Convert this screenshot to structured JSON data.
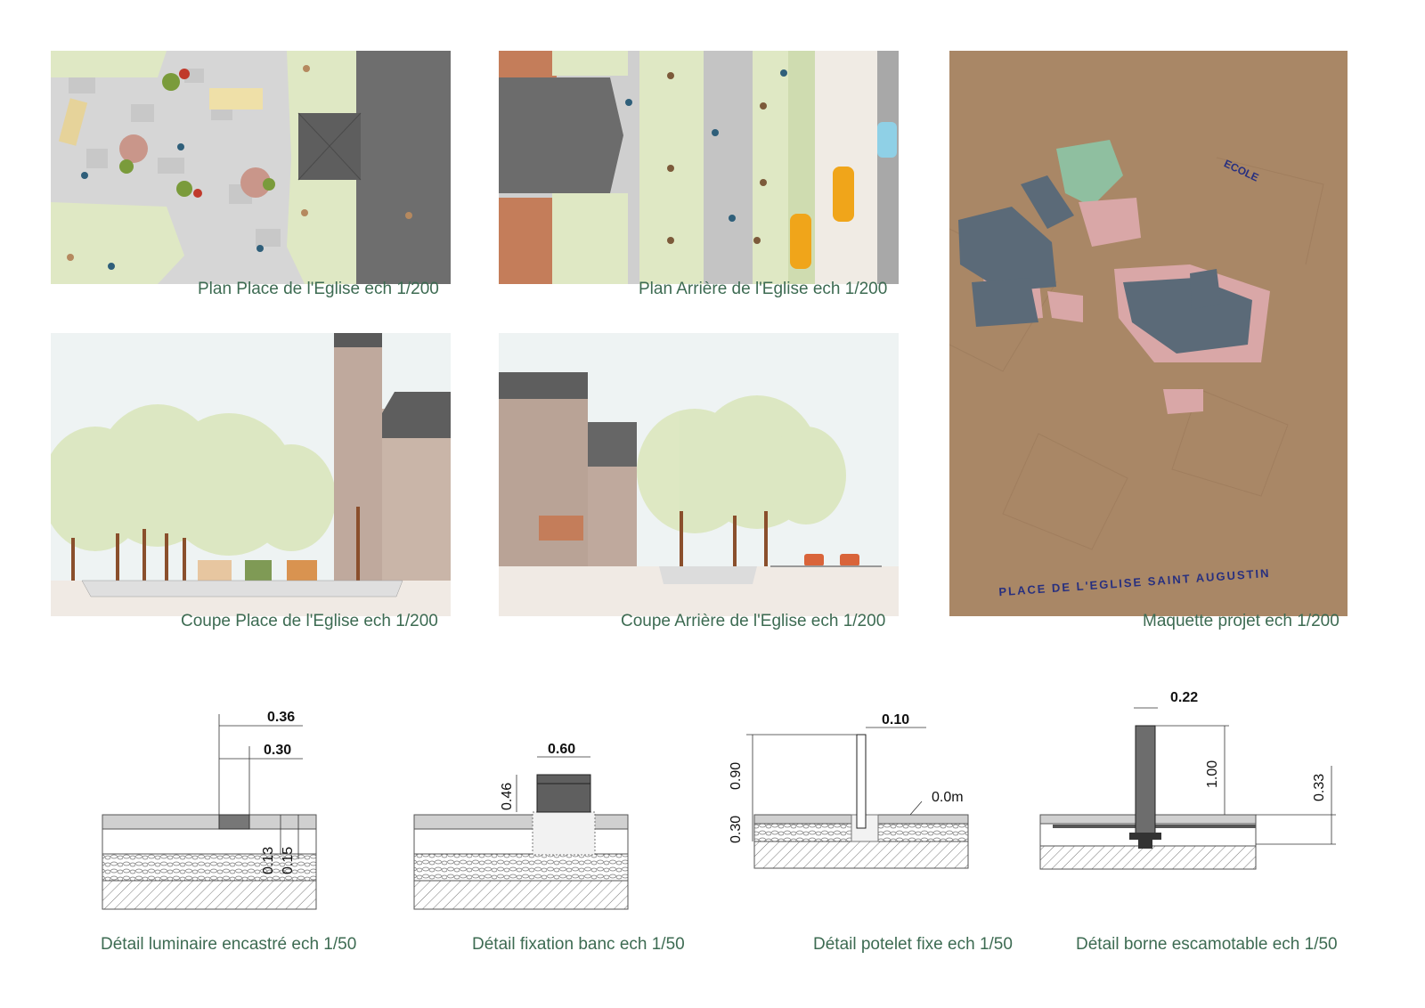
{
  "plans": {
    "plan_place": {
      "caption": "Plan Place de l'Eglise ech 1/200"
    },
    "plan_arriere": {
      "caption": "Plan Arrière de l'Eglise ech 1/200"
    },
    "coupe_place": {
      "caption": "Coupe Place de l'Eglise ech 1/200"
    },
    "coupe_arriere": {
      "caption": "Coupe Arrière de l'Eglise ech 1/200"
    },
    "maquette": {
      "caption": "Maquette projet ech 1/200",
      "label_ecole": "ECOLE",
      "label_place": "PLACE DE L'EGLISE SAINT AUGUSTIN"
    }
  },
  "details": {
    "luminaire": {
      "caption": "Détail luminaire encastré ech 1/50",
      "dim_a": "0.36",
      "dim_b": "0.30",
      "dim_c": "0.13",
      "dim_d": "0.15"
    },
    "banc": {
      "caption": "Détail fixation banc ech 1/50",
      "dim_width": "0.60",
      "dim_height": "0.46"
    },
    "potelet": {
      "caption": "Détail potelet fixe ech 1/50",
      "dim_width": "0.10",
      "dim_height": "0.90",
      "dim_depth": "0.30",
      "dim_level": "0.0m"
    },
    "borne": {
      "caption": "Détail borne escamotable ech 1/50",
      "dim_width": "0.22",
      "dim_height": "1.00",
      "dim_depth": "0.33"
    }
  },
  "colors": {
    "caption": "#3d6b52",
    "paving": "#d9d9d9",
    "grass": "#dfe8c4",
    "roof": "#6e6e6e",
    "stone": "#bfa99d",
    "cardboard": "#a98766",
    "model_roof": "#5b6a78",
    "sky": "#edf2f2"
  }
}
